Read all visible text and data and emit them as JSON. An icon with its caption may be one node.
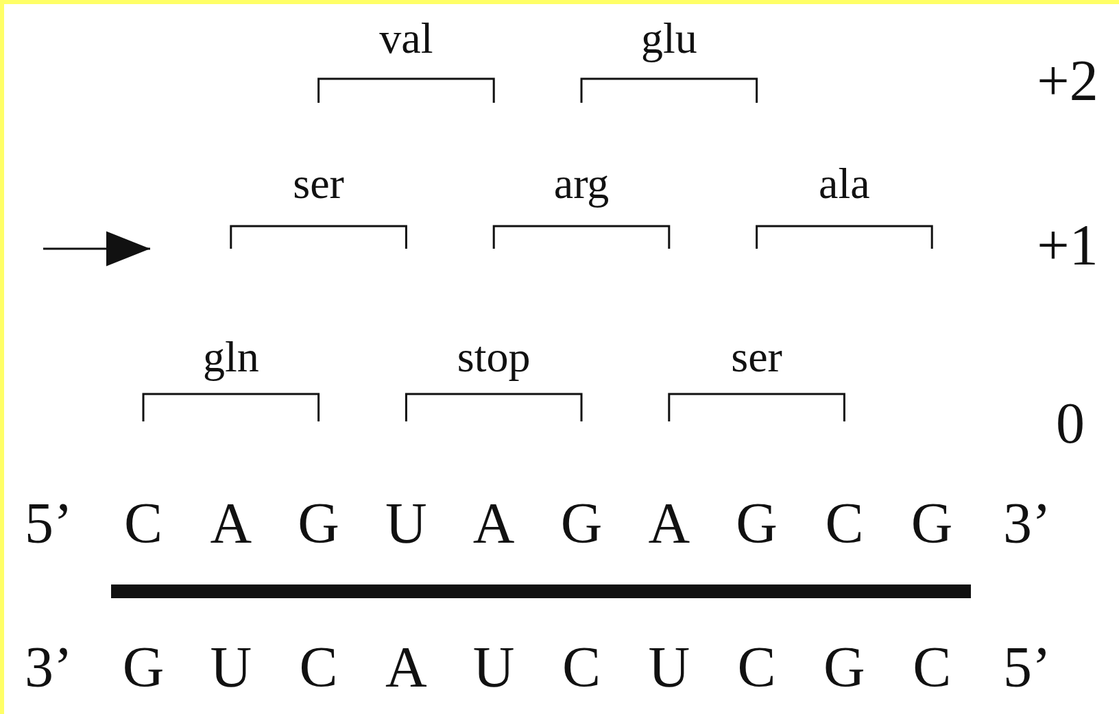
{
  "diagram": {
    "nodes": [
      {
        "text": [],
        "shape": "bar"
      }
    ],
    "labels": [
      "val",
      "glu",
      "+2",
      "ser",
      "arg",
      "ala",
      "+1",
      "gln",
      "stop",
      "ser",
      "0",
      "5’",
      "C",
      "A",
      "G",
      "U",
      "A",
      "G",
      "A",
      "G",
      "C",
      "G",
      "3’",
      "3’",
      "G",
      "U",
      "C",
      "A",
      "U",
      "C",
      "U",
      "C",
      "G",
      "C",
      "5’"
    ]
  }
}
